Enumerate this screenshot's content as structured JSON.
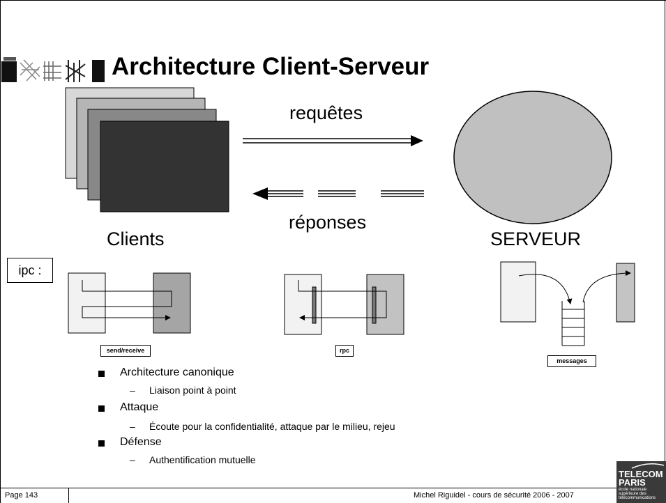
{
  "slide": {
    "title": "Architecture Client-Serveur",
    "labels": {
      "requetes": "requêtes",
      "reponses": "réponses",
      "clients": "Clients",
      "serveur": "SERVEUR",
      "ipc": "ipc :"
    },
    "diagram_captions": [
      "send/receive",
      "rpc",
      "messages"
    ],
    "bullets": [
      {
        "text": "Architecture canonique",
        "sub": "Liaison point à point"
      },
      {
        "text": "Attaque",
        "sub": "Écoute pour la confidentialité, attaque par le milieu, rejeu"
      },
      {
        "text": "Défense",
        "sub": "Authentification mutuelle"
      }
    ],
    "sub_dash": "–"
  },
  "footer": {
    "page": "Page 143",
    "credit": "Michel Riguidel - cours de sécurité 2006 - 2007"
  },
  "logo": {
    "line1": "TELECOM",
    "line2": "PARIS",
    "line3": "école nationale\nsupérieure des\ntélécommunications"
  }
}
